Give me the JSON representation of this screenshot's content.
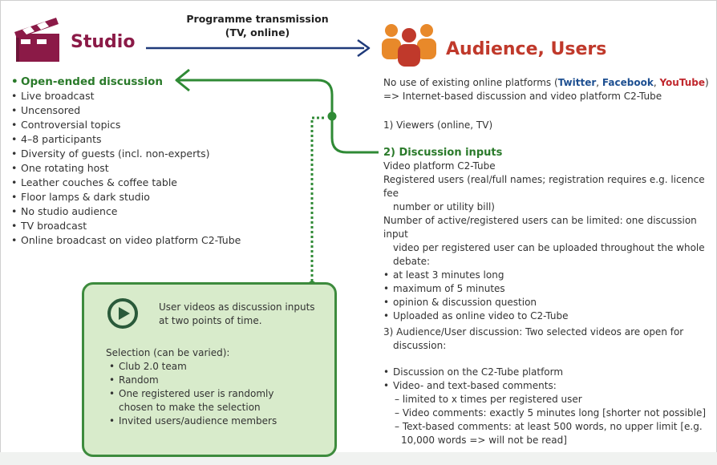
{
  "diagram": {
    "arrow_label": [
      "Programme transmission",
      "(TV, online)"
    ],
    "studio": {
      "title": "Studio",
      "icon": "clapperboard-icon",
      "items": [
        "Open-ended discussion",
        "Live broadcast",
        "Uncensored",
        "Controversial topics",
        "4–8 participants",
        "Diversity of guests (incl. non-experts)",
        "One rotating host",
        "Leather couches & coffee table",
        "Floor lamps & dark studio",
        "No studio audience",
        "TV broadcast",
        "Online broadcast on video platform C2-Tube"
      ]
    },
    "audience": {
      "title": "Audience, Users",
      "icon": "people-group-icon",
      "intro_prefix": "No use of existing online platforms (",
      "twitter": "Twitter",
      "sep1": ", ",
      "facebook": "Facebook",
      "sep2": ", ",
      "youtube": "YouTube",
      "intro_suffix": ")",
      "intro_line2": "=> Internet-based discussion and video platform C2-Tube",
      "viewers": "1)  Viewers (online, TV)",
      "inputs_heading": "2)  Discussion inputs",
      "inputs_lines": [
        "Video platform C2-Tube",
        "Registered users (real/full names; registration requires e.g. licence fee",
        "number or utility bill)",
        "Number of active/registered users can be limited: one discussion input",
        "video per registered user can be uploaded throughout the whole",
        "debate:"
      ],
      "inputs_bullets": [
        "at least 3 minutes long",
        "maximum of 5 minutes",
        "opinion & discussion question",
        "Uploaded as online video to C2-Tube"
      ],
      "discussion_line1": "3)  Audience/User discussion: Two selected videos are open for",
      "discussion_line2": "discussion:",
      "discussion_bullets": [
        "Discussion on the C2-Tube platform",
        "Video- and text-based comments:"
      ],
      "comment_subitems": [
        "– limited to x times per registered user",
        "– Video comments: exactly 5 minutes long [shorter not possible]",
        "– Text-based comments: at least 500 words, no upper limit [e.g.",
        "10,000 words => will not be read]"
      ]
    },
    "green_box": {
      "icon": "play-circle-icon",
      "headline": [
        "User videos as discussion inputs",
        "at two points of time."
      ],
      "selection_label": "Selection (can be varied):",
      "selection_items": [
        "Club 2.0 team",
        "Random",
        "One registered user is randomly chosen to make the selection",
        "Invited users/audience members"
      ]
    },
    "colors": {
      "studio": "#8b1a47",
      "audience": "#c0392b",
      "green": "#2a7a2a",
      "arrow_blue": "#1f3a7a",
      "box_fill": "#d8ebcb",
      "people_orange": "#e8892a"
    }
  }
}
